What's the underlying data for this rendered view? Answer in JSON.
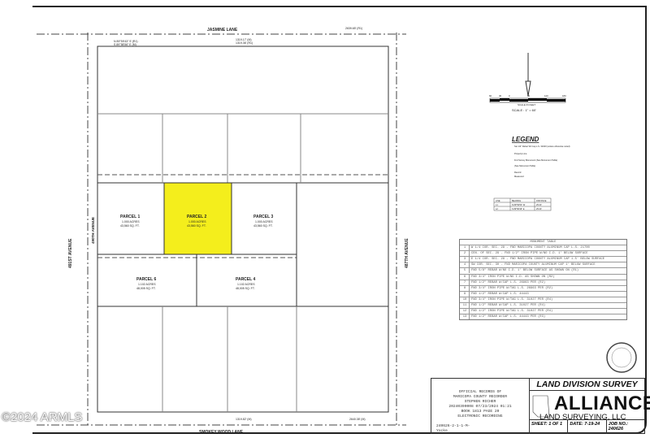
{
  "streets": {
    "north": "JASMINE LANE",
    "south": "SMOKEY WOOD LANE",
    "west_outer": "491ST AVENUE",
    "west_inner": "490TH AVENUE",
    "east": "487TH AVENUE"
  },
  "parcels": [
    {
      "name": "PARCEL 1",
      "acres": "1.000 ACRES",
      "sqft": "43,560 SQ. FT."
    },
    {
      "name": "PARCEL 2",
      "acres": "1.000 ACRES",
      "sqft": "43,560 SQ. FT.",
      "highlight": "#f4ee1c"
    },
    {
      "name": "PARCEL 3",
      "acres": "1.000 ACRES",
      "sqft": "43,560 SQ. FT."
    },
    {
      "name": "PARCEL 4",
      "acres": "1.102 ACRES",
      "sqft": "48,005 SQ. FT."
    },
    {
      "name": "PARCEL 6",
      "acres": "1.102 ACRES",
      "sqft": "48,005 SQ. FT."
    }
  ],
  "dimensions": {
    "north_total": "1319.17' (M)",
    "north_rec": "1319.36' (R1)",
    "north_dist": "2639.65' (R1)",
    "south_total": "1319.82' (M)",
    "south_dist": "2640.38' (M)",
    "bearing_north": "N 89°59'43\" E (R1)",
    "bearing_north2": "S 89°58'56\" E (M)"
  },
  "legend": {
    "title": "LEGEND",
    "items": [
      "Set 1/2\" Rebar W/ Cap L.S. 31020 (unless otherwise noted)",
      "Property Line",
      "Fnd Survey Monument (See Monument Table)",
      "(See Monument Table)",
      "Record",
      "Measured"
    ],
    "line_table": {
      "headers": [
        "LINE",
        "BEARING",
        "DISTANCE"
      ],
      "rows": [
        [
          "L1",
          "N 89°59'53\" W",
          "25.00'"
        ],
        [
          "L2",
          "S 89°58'46\" E",
          "25.00'"
        ]
      ]
    }
  },
  "scale": {
    "ticks": [
      "60",
      "30",
      "0",
      "60",
      "120",
      "180"
    ],
    "caption": "SCALE IN FEET",
    "ratio": "SCALE : 1\" = 60'"
  },
  "monument_table": {
    "title": "MONUMENT TABLE",
    "rows": [
      "W 1/4 COR. SEC. 29 - FND MARICOPA COUNTY ALUMINUM CAP L.S. 21700",
      "CEN. OF SEC. 29 - FND 1/2\" IRON PIPE W/NO I.D. 1' BELOW SURFACE",
      "E 1/4 COR. SEC. 29 - FND MARICOPA COUNTY ALUMINUM CAP 1.5' BELOW SURFACE",
      "SW COR. SEC. 30 - FND MARICOPA COUNTY ALUMINUM CAP 1' BELOW SURFACE",
      "FND 5/8\" REBAR W/NO I.D. 1' BELOW SURFACE AS SHOWN ON (R1)",
      "FND 3/4\" IRON PIPE W/NO I.D. AS SHOWN ON (R2)",
      "FND 1/2\" REBAR W/CAP L.S. 26963 PER (R2)",
      "FND 3/4\" IRON PIPE W/TAG L.S. 26963 PER (R2)",
      "FND 1/2\" REBAR W/CAP L.S. 44443",
      "FND 3/4\" IRON PIPE W/TAG L.S. 31027 PER (R4)",
      "FND 1/2\" REBAR W/CAP L.S. 31027 PER (R4)",
      "FND 1/2\" IRON PIPE W/TAG L.S. 31027 PER (R4)",
      "FND 1/2\" REBAR W/CAP L.S. 44443 PER (R3)"
    ]
  },
  "recording": {
    "lines": [
      "OFFICIAL RECORDS OF",
      "MARICOPA COUNTY RECORDER",
      "STEPHEN RICHER",
      "20240390008  07/23/2024  01:21",
      "BOOK 1813  PAGE 20",
      "ELECTRONIC RECORDING"
    ],
    "ref1": "240626-2-1-1-M-",
    "ref2": "Yocke"
  },
  "title_block": {
    "title": "LAND DIVISION SURVEY",
    "company": "ALLIANCE",
    "company_sub": "LAND SURVEYING, LLC",
    "sheet": "SHEET: 1 OF 1",
    "date": "DATE: 7-19-24",
    "job": "JOB NO.: 240626"
  },
  "watermark": "©2024 ARMLS"
}
